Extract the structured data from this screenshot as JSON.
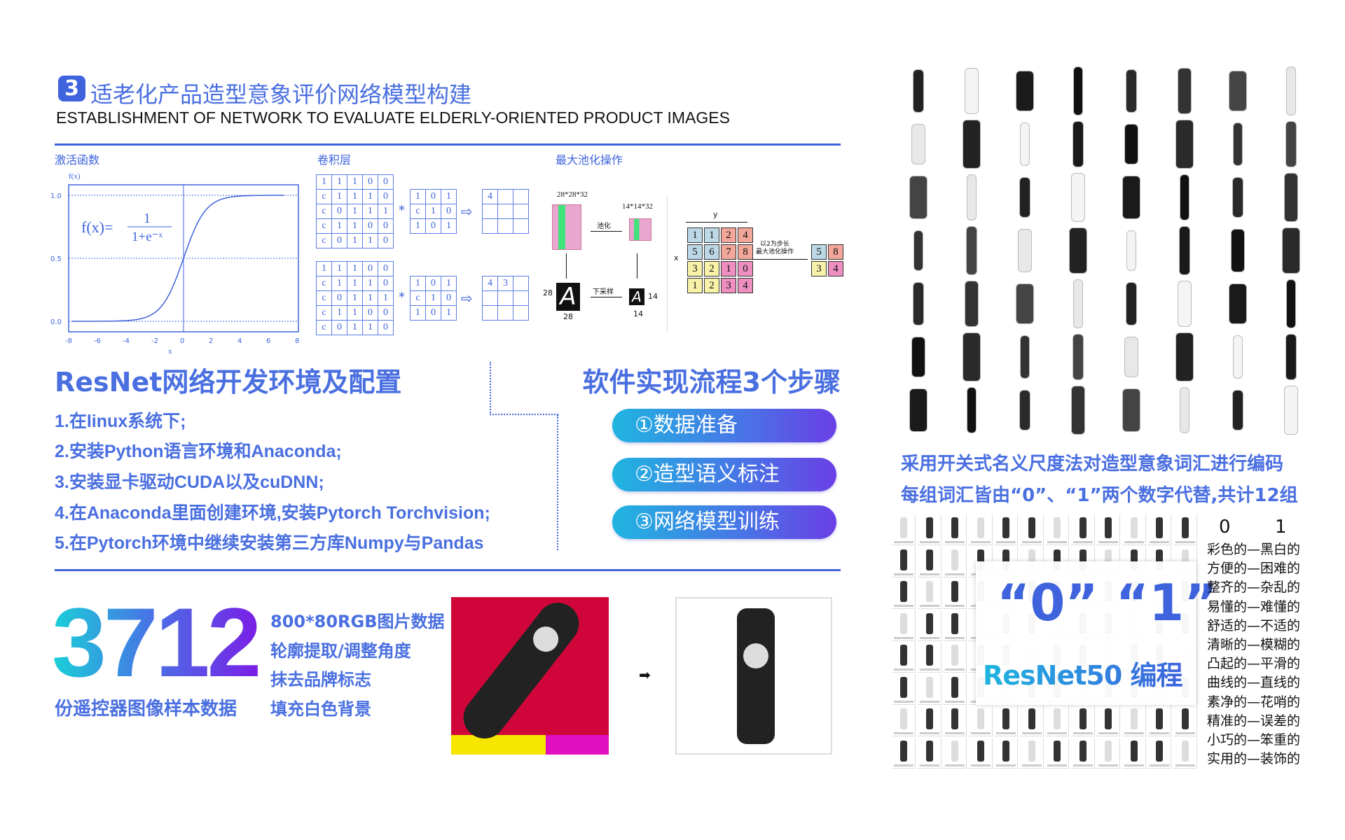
{
  "header": {
    "badge": "3",
    "title": "适老化产品造型意象评价网络模型构建",
    "subtitle": "ESTABLISHMENT OF NETWORK TO EVALUATE ELDERLY-ORIENTED PRODUCT IMAGES"
  },
  "diagrams": {
    "activation_label": "激活函数",
    "conv_label": "卷积层",
    "pool_label": "最大池化操作",
    "sigmoid": {
      "ylabel": "f(x)",
      "xlabel": "x",
      "formula_lhs": "f(x)=",
      "formula_num": "1",
      "formula_den": "1+e⁻ˣ",
      "yticks": [
        "1.0",
        "0.5",
        "0.0"
      ],
      "xticks": [
        "-8",
        "-6",
        "-4",
        "-2",
        "0",
        "2",
        "4",
        "6",
        "8"
      ]
    },
    "conv_input": [
      [
        "1",
        "1",
        "1",
        "0",
        "0"
      ],
      [
        "c",
        "1",
        "1",
        "1",
        "0"
      ],
      [
        "c",
        "0",
        "1",
        "1",
        "1"
      ],
      [
        "c",
        "1",
        "1",
        "0",
        "0"
      ],
      [
        "c",
        "0",
        "1",
        "1",
        "0"
      ]
    ],
    "conv_kernel": [
      [
        "1",
        "0",
        "1"
      ],
      [
        "c",
        "1",
        "0"
      ],
      [
        "1",
        "0",
        "1"
      ]
    ],
    "conv_out1": [
      [
        "4",
        "",
        ""
      ],
      [
        "",
        "",
        ""
      ],
      [
        "",
        "",
        ""
      ]
    ],
    "conv_out2": [
      [
        "4",
        "3",
        ""
      ],
      [
        "",
        "",
        ""
      ],
      [
        "",
        "",
        ""
      ]
    ],
    "conv_op": "*",
    "conv_arrow": "⇨",
    "pool": {
      "vol1": "28*28*32",
      "vol2": "14*14*32",
      "pool_word": "池化",
      "down_word": "下采样",
      "a_big": "A",
      "a_small": "A",
      "d28a": "28",
      "d28b": "28",
      "d14a": "14",
      "d14b": "14",
      "y": "y",
      "x": "x",
      "step_note_1": "以2为步长",
      "step_note_2": "最大池化操作",
      "matrix": [
        [
          "1",
          "1",
          "2",
          "4"
        ],
        [
          "5",
          "6",
          "7",
          "8"
        ],
        [
          "3",
          "2",
          "1",
          "0"
        ],
        [
          "1",
          "2",
          "3",
          "4"
        ]
      ],
      "result": [
        [
          "5",
          "8"
        ],
        [
          "3",
          "4"
        ]
      ]
    }
  },
  "env": {
    "heading": "ResNet网络开发环境及配置",
    "items": [
      "1.在linux系统下;",
      "2.安装Python语言环境和Anaconda;",
      "3.安装显卡驱动CUDA以及cuDNN;",
      "4.在Anaconda里面创建环境,安装Pytorch Torchvision;",
      "5.在Pytorch环境中继续安装第三方库Numpy与Pandas"
    ]
  },
  "flow": {
    "heading": "软件实现流程3个步骤",
    "steps": [
      "①数据准备",
      "②造型语义标注",
      "③网络模型训练"
    ]
  },
  "dataset": {
    "count": "3712",
    "caption": "份遥控器图像样本数据",
    "features": [
      "800*80RGB图片数据",
      "轮廓提取/调整角度",
      "抹去品牌标志",
      "填充白色背景"
    ],
    "arrow": "➡"
  },
  "encoding": {
    "line1": "采用开关式名义尺度法对造型意象词汇进行编码",
    "line2": "每组词汇皆由“0”、“1”两个数字代替,共计12组",
    "overlay_quote": "“0” “1”",
    "overlay_label": "ResNet50 编程",
    "col0": "0",
    "col1": "1",
    "pairs": [
      "彩色的—黑白的",
      "方便的—困难的",
      "整齐的—杂乱的",
      "易懂的—难懂的",
      "舒适的—不适的",
      "清晰的—模糊的",
      "凸起的—平滑的",
      "曲线的—直线的",
      "素净的—花哨的",
      "精准的—误差的",
      "小巧的—笨重的",
      "实用的—装饰的"
    ]
  },
  "colors": {
    "accent": "#4a6fe0",
    "pool_blue": "#bcd8e6",
    "pool_salmon": "#f2a79a",
    "pool_yellow": "#f7f2a8",
    "pool_pink": "#ee8fc0",
    "ad_red": "#d0063a"
  }
}
